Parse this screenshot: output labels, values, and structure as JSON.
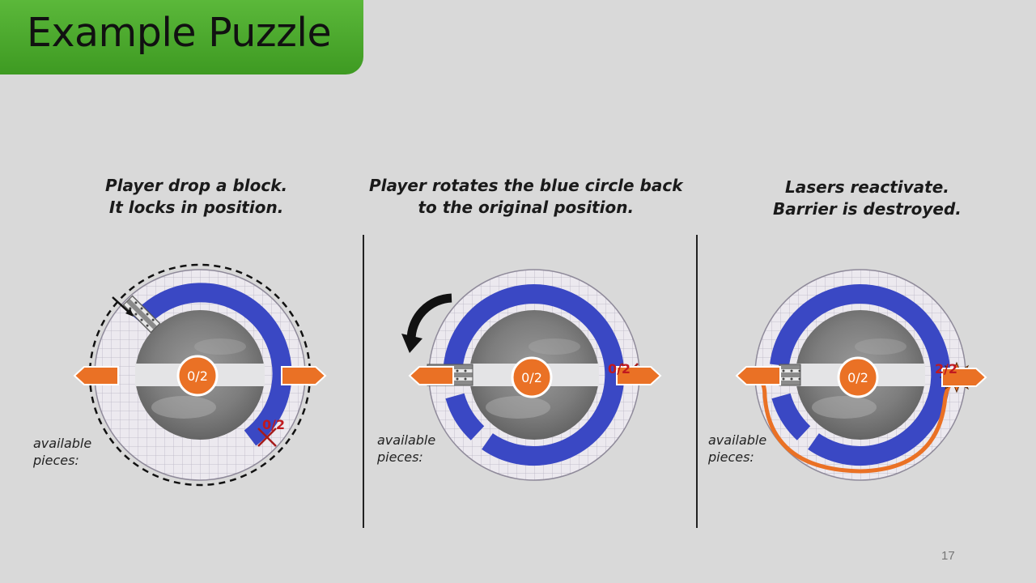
{
  "slide": {
    "title": "Example Puzzle",
    "page_number": "17"
  },
  "panels": [
    {
      "caption_line1": "Player drop a block.",
      "caption_line2": "It locks in position.",
      "counter": "0/2",
      "barrier_counter": "0/2",
      "available_label_line1": "available",
      "available_label_line2": "pieces:"
    },
    {
      "caption_line1": "Player rotates the blue circle back",
      "caption_line2": "to the original position.",
      "counter": "0/2",
      "barrier_counter": "0/2",
      "available_label_line1": "available",
      "available_label_line2": "pieces:"
    },
    {
      "caption_line1": "Lasers reactivate.",
      "caption_line2": "Barrier is destroyed.",
      "counter": "0/2",
      "barrier_counter": "2/2",
      "available_label_line1": "available",
      "available_label_line2": "pieces:"
    }
  ],
  "colors": {
    "title_bar": "#4caf2b",
    "ring_blue": "#3a48c4",
    "laser_orange": "#ea7125",
    "barrier_red": "#c0191f",
    "background": "#d9d9d9"
  }
}
